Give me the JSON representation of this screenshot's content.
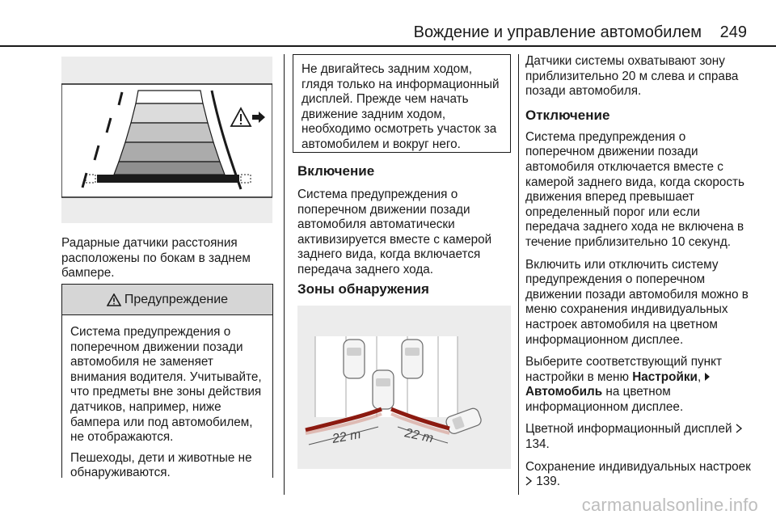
{
  "header": {
    "title": "Вождение и управление автомобилем",
    "page_number": "249"
  },
  "column1": {
    "intro_text": "Радарные датчики расстояния расположены по бокам в заднем бампере.",
    "warning": {
      "title": "Предупреждение",
      "paragraph1": "Система предупреждения о поперечном движении позади автомобиля не заменяет внимания водителя. Учитывайте, что предметы вне зоны действия датчиков, например, ниже бампера или под автомобилем, не отображаются.",
      "paragraph2": "Пешеходы, дети и животные не обнаруживаются."
    }
  },
  "column2": {
    "caution_text": "Не двигайтесь задним ходом, глядя только на информационный дисплей. Прежде чем начать движение задним ходом, необходимо осмотреть участок за автомобилем и вокруг него.",
    "activation_heading": "Включение",
    "activation_text": "Система предупреждения о поперечном движении позади автомобиля автоматически активизируется вместе с камерой заднего вида, когда включается передача заднего хода.",
    "zones_heading": "Зоны обнаружения",
    "zone_label_left": "22 m",
    "zone_label_right": "22 m"
  },
  "column3": {
    "coverage_text": "Датчики системы охватывают зону приблизительно 20 м слева и справа позади автомобиля.",
    "deactivation_heading": "Отключение",
    "deactivation_text": "Система предупреждения о поперечном движении позади автомобиля отключается вместе с камерой заднего вида, когда скорость движения вперед превышает определенный порог или если передача заднего хода не включена в течение приблизительно 10 секунд.",
    "toggle_text": "Включить или отключить систему предупреждения о поперечном движении позади автомобиля можно в меню сохранения индивидуальных настроек автомобиля на цветном информационном дисплее.",
    "select_prefix": "Выберите соответствующий пункт настройки в меню",
    "menu_settings": "Настройки",
    "menu_vehicle": "Автомобиль",
    "select_suffix": "на цветном информационном дисплее.",
    "ref1_label": "Цветной информационный дисплей",
    "ref1_page": "134.",
    "ref2_label": "Сохранение индивидуальных настроек",
    "ref2_page": "139."
  },
  "watermark": "carmanualsonline.info"
}
